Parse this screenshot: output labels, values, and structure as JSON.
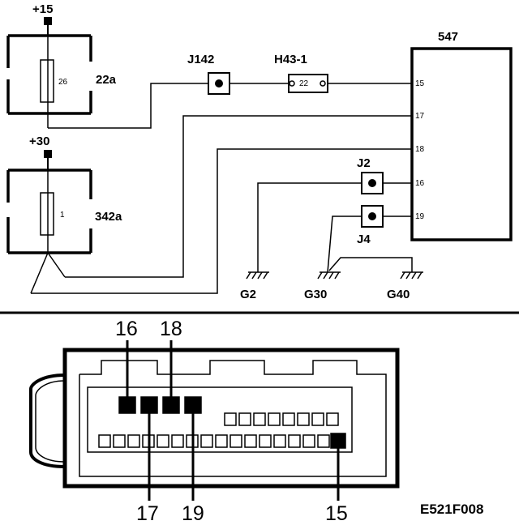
{
  "schematic": {
    "supply_15": "+15",
    "supply_30": "+30",
    "fuse_22a": {
      "label": "22a",
      "fuse_number": "26"
    },
    "fuse_342a": {
      "label": "342a",
      "fuse_number": "1"
    },
    "connector_j142": "J142",
    "connector_h43": {
      "label": "H43-1",
      "pin": "22"
    },
    "connector_j2": "J2",
    "connector_j4": "J4",
    "control_unit": {
      "label": "547",
      "pins": [
        "15",
        "17",
        "18",
        "16",
        "19"
      ]
    },
    "grounds": [
      "G2",
      "G30",
      "G40"
    ]
  },
  "connector_view": {
    "top_pin_labels": [
      "16",
      "18"
    ],
    "bottom_pin_labels": [
      "17",
      "19",
      "15"
    ]
  },
  "figure_ref": "E521F008"
}
